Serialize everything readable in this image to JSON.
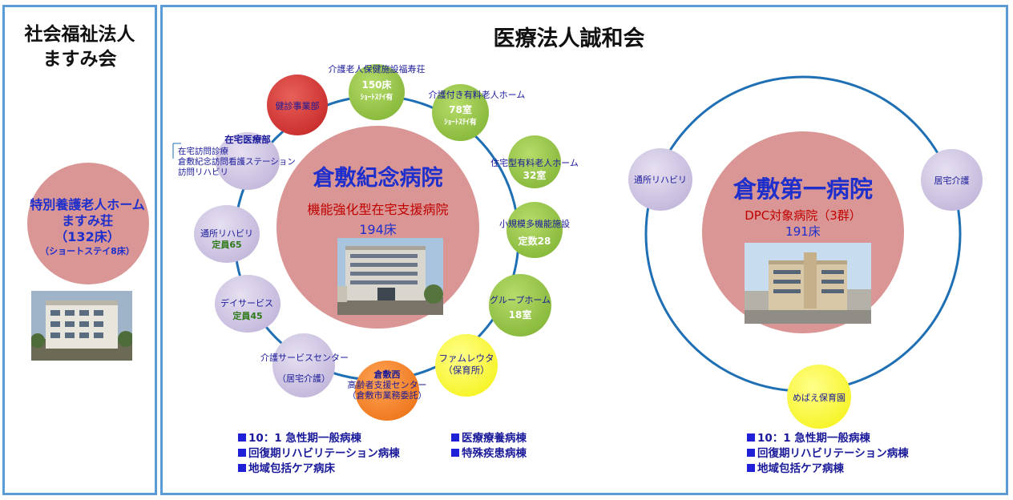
{
  "left": {
    "title_line1": "社会福祉法人",
    "title_line2": "ますみ会",
    "facility_line1": "特別養護老人ホーム",
    "facility_line2": "ますみ荘",
    "facility_line3": "（132床）",
    "facility_line4": "（ショートステイ8床）"
  },
  "right": {
    "title": "医療法人誠和会",
    "kurashiki_kinen": {
      "name": "倉敷紀念病院",
      "type": "機能強化型在宅支援病院",
      "beds": "194床"
    },
    "kurashiki_daiichi": {
      "name": "倉敷第一病院",
      "type": "DPC対象病院（3群）",
      "beds": "191床"
    },
    "ring_nodes": {
      "roken_label": "介護老人保健施設福寿荘",
      "roken_beds": "150床",
      "roken_short": "ｼｮｰﾄｽﾃｲ有",
      "yuryo_label": "介護付き有料老人ホーム",
      "yuryo_rooms": "78室",
      "yuryo_short": "ｼｮｰﾄｽﾃｲ有",
      "kenshin": "健診事業部",
      "zaitaku_title": "在宅医療部",
      "zaitaku_item1": "在宅訪問診療",
      "zaitaku_item2": "倉敷紀念訪問看護ステーション",
      "zaitaku_item3": "訪問リハビリ",
      "jutaku_label": "住宅型有料老人ホーム",
      "jutaku_rooms": "32室",
      "shokibo_label": "小規模多機能施設",
      "shokibo_cap": "定数28",
      "group_label": "グループホーム",
      "group_rooms": "18室",
      "tsusho_label": "通所リハビリ",
      "tsusho_cap": "定員65",
      "day_label": "デイサービス",
      "day_cap": "定員45",
      "kaigo_center": "介護サービスセンター",
      "kaigo_center_sub": "（居宅介護）",
      "nishi_line1": "倉敷西",
      "nishi_line2": "高齢者支援センター",
      "nishi_line3": "（倉敷市業務委託）",
      "famu_line1": "ファムレウタ",
      "famu_line2": "（保育所）"
    },
    "daiichi_nodes": {
      "tsusho": "通所リハビリ",
      "kyotaku": "居宅介護",
      "mebae": "めばえ保育園"
    },
    "legend_kinen": [
      "10：1 急性期一般病棟",
      "回復期リハビリテーション病棟",
      "地域包括ケア病床"
    ],
    "legend_kinen_right": [
      "医療療養病棟",
      "特殊疾患病棟"
    ],
    "legend_daiichi": [
      "10：1 急性期一般病棟",
      "回復期リハビリテーション病棟",
      "地域包括ケア病棟"
    ]
  },
  "colors": {
    "panel_border": "#5b9bd5",
    "hospital_circle": "#d99694",
    "green_node": "#8cbf3f",
    "purple_node": "#c9bfdd",
    "red_node": "#cc2a2a",
    "orange_node": "#f07a17",
    "yellow_node": "#ffff1a",
    "ring_line": "#1f6fb4",
    "legend_square": "#2020d8"
  }
}
